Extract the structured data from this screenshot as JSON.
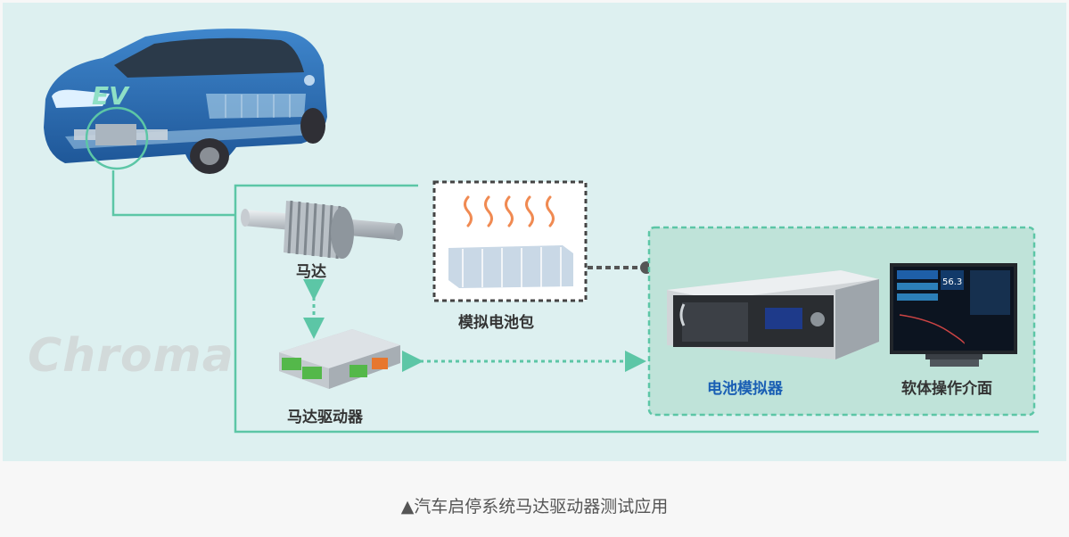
{
  "diagram": {
    "ev_label": "EV",
    "watermark": "Chroma",
    "motor_label": "马达",
    "battery_pack_label": "模拟电池包",
    "motor_driver_label": "马达驱动器",
    "battery_simulator_label": "电池模拟器",
    "software_label": "软体操作介面",
    "display_value": "56.3"
  },
  "caption": "▲汽车启停系统马达驱动器测试应用",
  "colors": {
    "panel_background": "#ddf0f0",
    "connector_line": "#5cc6a6",
    "simulator_box": "#bfe3d9",
    "car_body": "#2c6fb7",
    "highlight_blue": "#1a5fb4"
  }
}
